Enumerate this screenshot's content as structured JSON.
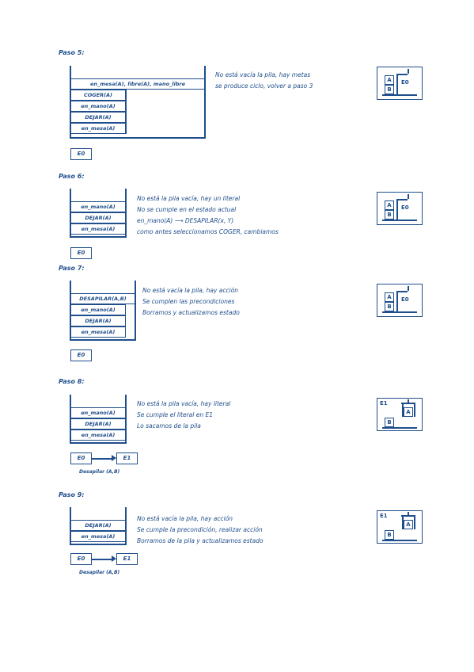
{
  "steps": [
    {
      "title": "Paso 5:",
      "stack": [
        "en_mesa(A), libre(A), mano_libre",
        "COGER(A)",
        "en_mano(A)",
        "DEJAR(A)",
        "en_mesa(A)"
      ],
      "notes": [
        "No está vacía la pila, hay metas",
        "se produce ciclo, volver a paso 3"
      ],
      "state_chain": [
        "E0"
      ],
      "caption": "",
      "diagram": {
        "label": "E0",
        "blocks": [
          "A",
          "B"
        ],
        "layout": "stacked"
      }
    },
    {
      "title": "Paso 6:",
      "stack": [
        "en_mano(A)",
        "DEJAR(A)",
        "en_mesa(A)"
      ],
      "notes": [
        "No está la pila vacía, hay un literal",
        "No se cumple en el estado actual",
        "en_mano(A) ⟶ DESAPILAR(x, Y)",
        "como antes seleccionamos COGER, cambiamos"
      ],
      "state_chain": [
        "E0"
      ],
      "caption": "",
      "diagram": {
        "label": "E0",
        "blocks": [
          "A",
          "B"
        ],
        "layout": "stacked"
      }
    },
    {
      "title": "Paso 7:",
      "stack": [
        "DESAPILAR(A,B)",
        "en_mano(A)",
        "DEJAR(A)",
        "en_mesa(A)"
      ],
      "notes": [
        "No está vacía la pila, hay acción",
        "Se cumplen las precondiciones",
        "Borramos y actualizamos estado"
      ],
      "state_chain": [
        "E0"
      ],
      "caption": "",
      "diagram": {
        "label": "E0",
        "blocks": [
          "A",
          "B"
        ],
        "layout": "stacked"
      }
    },
    {
      "title": "Paso 8:",
      "stack": [
        "en_mano(A)",
        "DEJAR(A)",
        "en_mesa(A)"
      ],
      "notes": [
        "No está la pila vacía, hay literal",
        "Se cumple el literal en E1",
        "Lo sacamos de la pila"
      ],
      "state_chain": [
        "E0",
        "E1"
      ],
      "caption": "Desapilar (A,B)",
      "diagram": {
        "label": "E1",
        "blocks": [
          "A",
          "B"
        ],
        "layout": "held"
      }
    },
    {
      "title": "Paso 9:",
      "stack": [
        "DEJAR(A)",
        "en_mesa(A)"
      ],
      "notes": [
        "No está vacía la pila, hay acción",
        "Se cumple la precondición, realizar acción",
        "Borramos de la pila y actualizamos estado"
      ],
      "state_chain": [
        "E0",
        "E1"
      ],
      "caption": "Desapilar (A,B)",
      "diagram": {
        "label": "E1",
        "blocks": [
          "A",
          "B"
        ],
        "layout": "held"
      }
    }
  ]
}
